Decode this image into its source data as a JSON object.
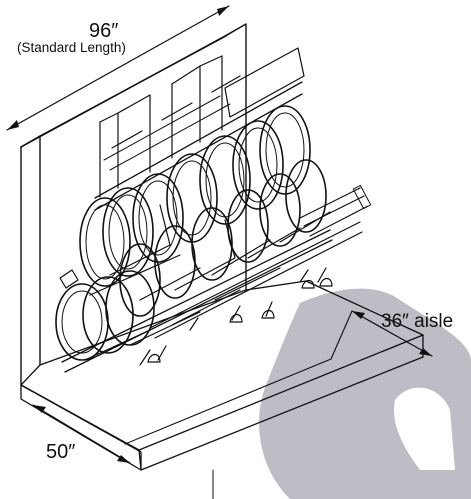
{
  "dimensions": {
    "length": "96″",
    "length_note": "(Standard Length)",
    "aisle": "36″ aisle",
    "depth": "50″"
  },
  "colors": {
    "line": "#111111",
    "watermark": "#b9b9c2",
    "background": "#ffffff"
  },
  "icons": [
    "bicycle-icon",
    "rack-bracket-icon",
    "dimension-arrow-icon"
  ]
}
